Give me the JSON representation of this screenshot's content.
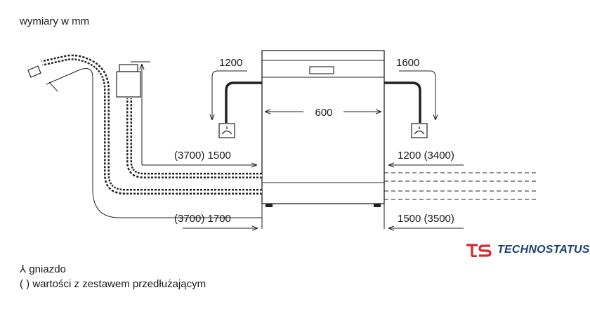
{
  "units_label": "wymiary w mm",
  "dimensions": {
    "left_drain_height": "1200",
    "right_drain_height": "1600",
    "appliance_width": "600",
    "left_upper_hose": "(3700) 1500",
    "left_lower_hose": "(3700) 1700",
    "right_upper_hose": "1200 (3400)",
    "right_lower_hose": "1500 (3500)"
  },
  "legend": {
    "socket_symbol": "⅄",
    "socket_label": "gniazdo",
    "brackets_symbol": "( )",
    "brackets_label": "wartości z zestawem przedłużającym"
  },
  "brand": {
    "logo_icon": "ts-logo-icon",
    "name": "TECHNOSTATUS",
    "color": "#1c3f72",
    "accent": "#d8262c"
  }
}
